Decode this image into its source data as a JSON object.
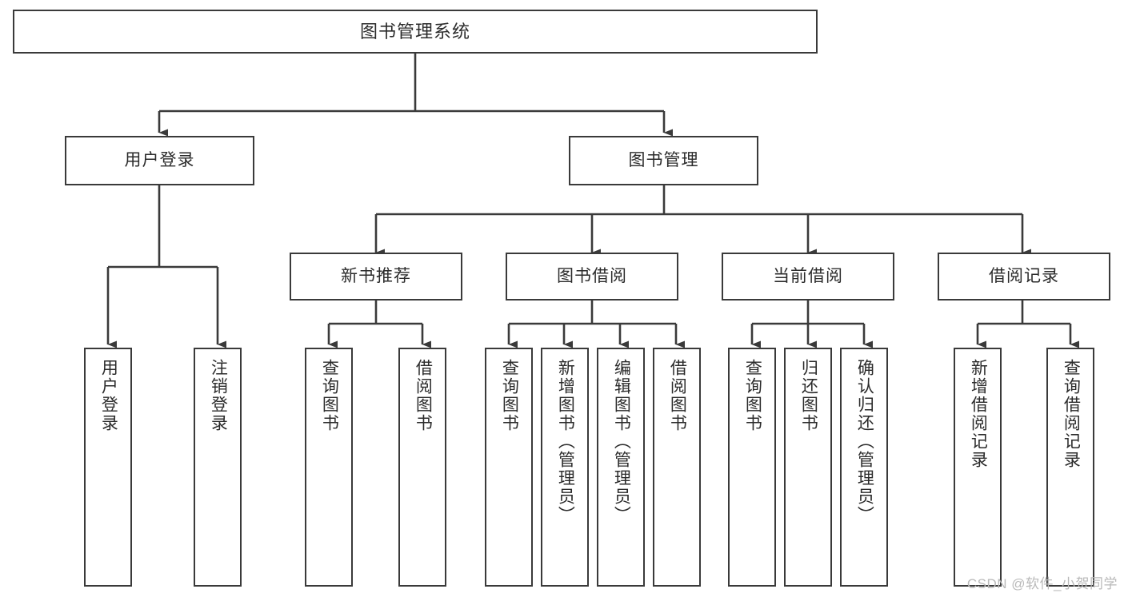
{
  "diagram": {
    "title": "图书管理系统",
    "watermark": "CSDN @软件_小贺同学",
    "colors": {
      "stroke": "#3a3a3a",
      "fill": "#ffffff",
      "text": "#2b2b2b",
      "watermark": "#b9b9b9"
    },
    "root": {
      "label": "图书管理系统"
    },
    "level2": [
      {
        "label": "用户登录"
      },
      {
        "label": "图书管理"
      }
    ],
    "level3": [
      {
        "label": "新书推荐"
      },
      {
        "label": "图书借阅"
      },
      {
        "label": "当前借阅"
      },
      {
        "label": "借阅记录"
      }
    ],
    "leaves": {
      "user_login": [
        {
          "label": "用户登录"
        },
        {
          "label": "注销登录"
        }
      ],
      "new_book": [
        {
          "label": "查询图书"
        },
        {
          "label": "借阅图书"
        }
      ],
      "book_borrow": [
        {
          "label": "查询图书"
        },
        {
          "label": "新增图书（管理员）"
        },
        {
          "label": "编辑图书（管理员）"
        },
        {
          "label": "借阅图书"
        }
      ],
      "current_borrow": [
        {
          "label": "查询图书"
        },
        {
          "label": "归还图书"
        },
        {
          "label": "确认归还（管理员）"
        }
      ],
      "borrow_record": [
        {
          "label": "新增借阅记录"
        },
        {
          "label": "查询借阅记录"
        }
      ]
    }
  }
}
